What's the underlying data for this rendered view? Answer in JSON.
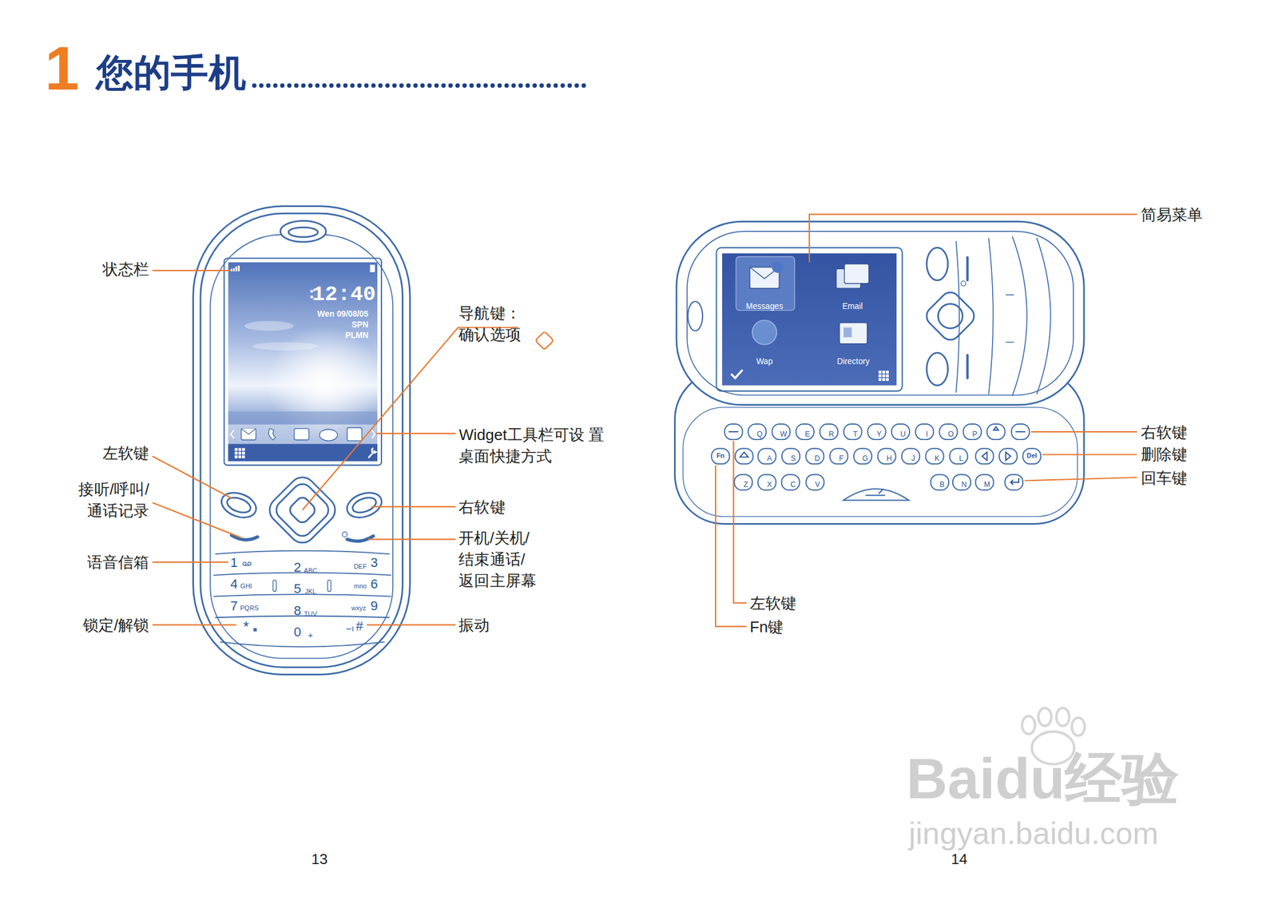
{
  "diagram": {
    "title": "您的手机",
    "labels": [
      "1",
      "12:40",
      "Wen 09/08/05",
      "SPN",
      "PLMN",
      "1",
      "2",
      "ABC",
      "DEF",
      "3",
      "4",
      "GHI",
      "5",
      "JKL",
      "mno",
      "6",
      "7",
      "PQRS",
      "8",
      "TUV",
      "wxyz",
      "9",
      "*",
      "0",
      "+",
      "#",
      "状态栏",
      "左软键",
      "接听/呼叫/ 通话记录",
      "语音信箱",
      "锁定/解锁",
      "导航键： 确认选项",
      "Widget工具栏可设 置桌面快捷方式",
      "右软键",
      "开机/关机/ 结束通话/ 返回主屏幕",
      "振动",
      "Messages",
      "Email",
      "Wap",
      "Directory",
      "Q",
      "W",
      "E",
      "R",
      "T",
      "Y",
      "U",
      "I",
      "O",
      "P",
      "Fn",
      "A",
      "S",
      "D",
      "F",
      "G",
      "H",
      "J",
      "K",
      "L",
      "Del",
      "Z",
      "X",
      "C",
      "V",
      "B",
      "N",
      "M",
      "简易菜单",
      "右软键",
      "删除键",
      "回车键",
      "左软键",
      "Fn键",
      "13",
      "14",
      "Baidu经验",
      "jingyan.baidu.com"
    ]
  }
}
